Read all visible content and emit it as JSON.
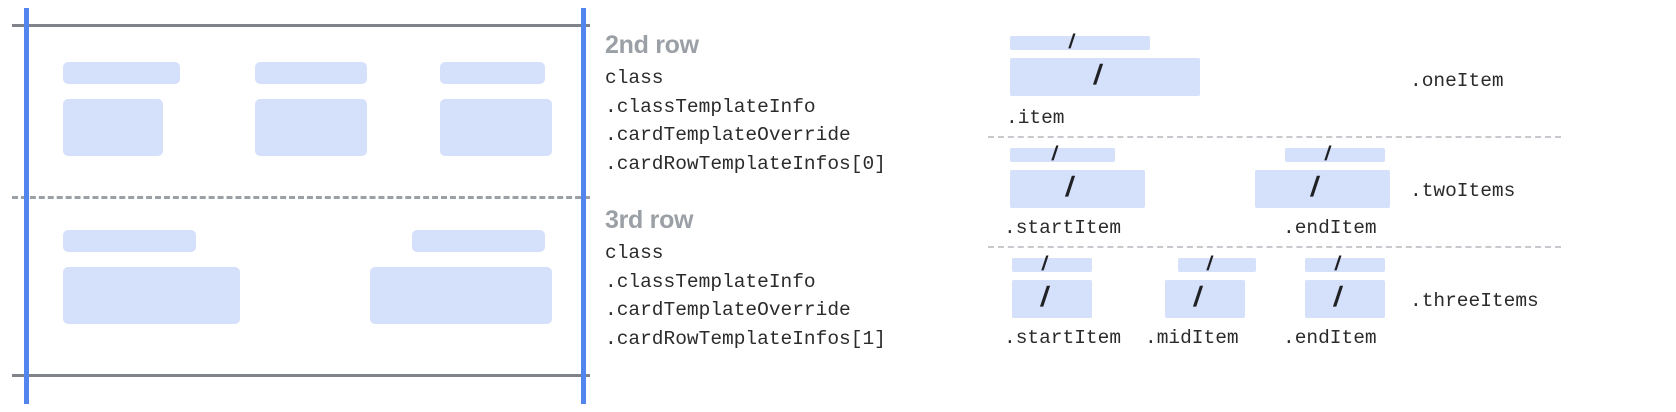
{
  "colors": {
    "chip_fill": "#d5e0fb",
    "guide_blue": "#5285ed",
    "rule_gray": "#808389",
    "dash_gray": "#9aa0a6",
    "dash_light": "#c6c9ce",
    "heading_gray": "#9aa0a6",
    "code_text": "#2b2b2b",
    "background": "#ffffff"
  },
  "left_diagram": {
    "top_rule": "horizontal-rule-top",
    "bottom_rule": "horizontal-rule-bottom",
    "mid_divider": "dashed-row-divider",
    "left_guide": "vertical-guide-left",
    "right_guide": "vertical-guide-right",
    "row_one_cards": 3,
    "row_two_cards": 2
  },
  "rows": [
    {
      "title": "2nd row",
      "code": [
        "class",
        ".classTemplateInfo",
        ".cardTemplateOverride",
        ".cardRowTemplateInfos[0]"
      ]
    },
    {
      "title": "3rd row",
      "code": [
        "class",
        ".classTemplateInfo",
        ".cardTemplateOverride",
        ".cardRowTemplateInfos[1]"
      ]
    }
  ],
  "right_diagram": {
    "groups": [
      {
        "group_label": ".oneItem",
        "items": [
          {
            "label": ".item",
            "slash": "/"
          }
        ]
      },
      {
        "group_label": ".twoItems",
        "items": [
          {
            "label": ".startItem",
            "slash": "/"
          },
          {
            "label": ".endItem",
            "slash": "/"
          }
        ]
      },
      {
        "group_label": ".threeItems",
        "items": [
          {
            "label": ".startItem",
            "slash": "/"
          },
          {
            "label": ".midItem",
            "slash": "/"
          },
          {
            "label": ".endItem",
            "slash": "/"
          }
        ]
      }
    ]
  }
}
